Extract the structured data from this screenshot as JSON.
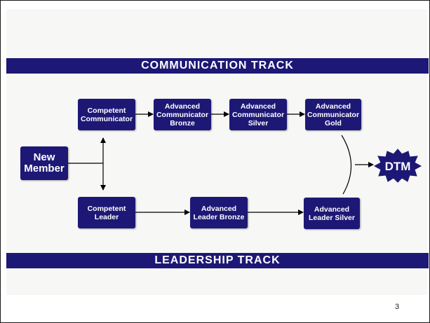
{
  "tracks": {
    "top": "Communication Track",
    "bottom": "Leadership Track"
  },
  "nodes": {
    "new_member": "New\nMember",
    "competent_communicator": "Competent\nCommunicator",
    "advanced_communicator_bronze": "Advanced\nCommunicator\nBronze",
    "advanced_communicator_silver": "Advanced\nCommunicator\nSilver",
    "advanced_communicator_gold": "Advanced\nCommunicator\nGold",
    "competent_leader": "Competent\nLeader",
    "advanced_leader_bronze": "Advanced\nLeader Bronze",
    "advanced_leader_silver": "Advanced\nLeader Silver",
    "dtm": "DTM"
  },
  "page_number": "3",
  "colors": {
    "band": "#1d1875",
    "node": "#1d1875",
    "text": "#ffffff"
  }
}
